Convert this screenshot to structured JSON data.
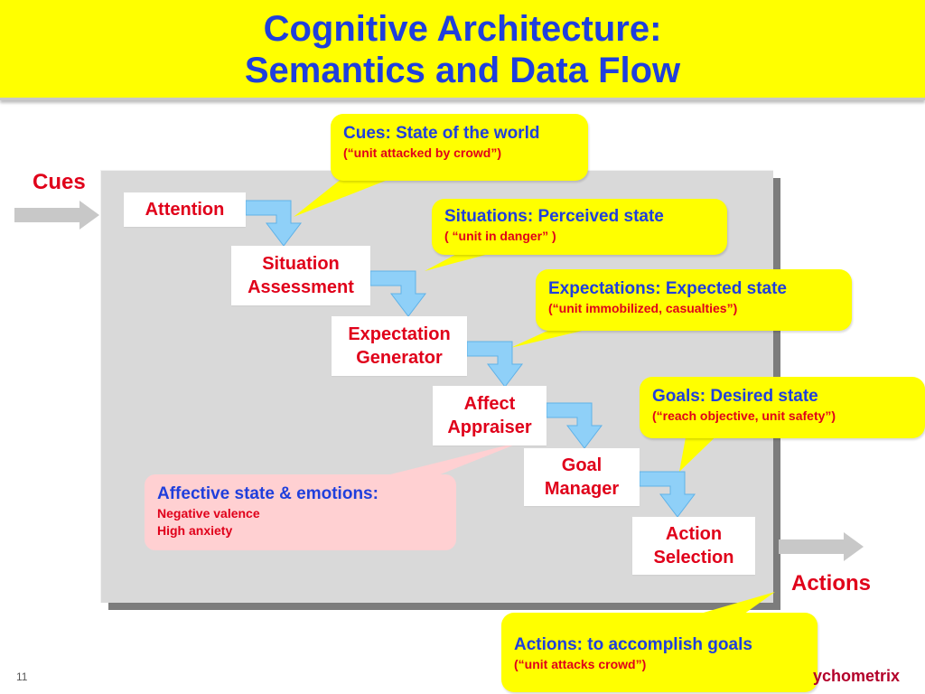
{
  "title": {
    "line1": "Cognitive Architecture:",
    "line2": "Semantics and Data Flow"
  },
  "labels": {
    "cues": "Cues",
    "actions": "Actions"
  },
  "boxes": {
    "attention": "Attention",
    "situation_assessment": "Situation\nAssessment",
    "expectation_generator": "Expectation\nGenerator",
    "affect_appraiser": "Affect\nAppraiser",
    "goal_manager": "Goal\nManager",
    "action_selection": "Action\nSelection"
  },
  "callouts": {
    "cues": {
      "head": "Cues: State of the world",
      "sub": "(“unit  attacked by crowd”)"
    },
    "situations": {
      "head": "Situations: Perceived state",
      "sub": "( “unit in danger” )"
    },
    "expectations": {
      "head": "Expectations: Expected state",
      "sub": "(“unit  immobilized, casualties”)"
    },
    "goals": {
      "head": "Goals: Desired state",
      "sub": "(“reach objective, unit safety”)"
    },
    "actions": {
      "head": "Actions: to accomplish goals",
      "sub": "(“unit attacks crowd”)"
    }
  },
  "affective": {
    "head": "Affective state & emotions:",
    "line1": "Negative valence",
    "line2": "High anxiety"
  },
  "footer": {
    "slide_number": "11",
    "brand": "ychometrix"
  },
  "colors": {
    "title_bar": "#ffff00",
    "title_text": "#1f3fdc",
    "box_text": "#e0001a",
    "callout_bg": "#ffff00",
    "affective_bg": "#ffd0d2",
    "flow_arrow": "#8fd0f8",
    "io_arrow": "#c8c8c8"
  }
}
